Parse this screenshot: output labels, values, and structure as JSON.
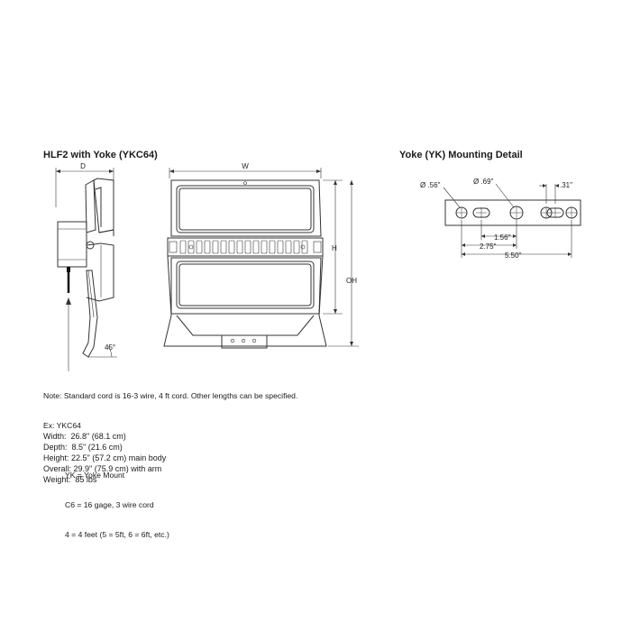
{
  "left_title": "HLF2 with Yoke (YKC64)",
  "right_title": "Yoke (YK) Mounting Detail",
  "dims_side": {
    "depth": "D",
    "angle": "45°"
  },
  "dims_front": {
    "width": "W",
    "height": "H",
    "overall_height": "OH"
  },
  "mount_dims": {
    "hole_small": "Ø .56\"",
    "hole_large": "Ø .69\"",
    "offset": ".31\"",
    "spacing_inner": "1.56\"",
    "spacing_mid": "2.75\"",
    "spacing_outer": "5.50\""
  },
  "note": {
    "line1": "Note: Standard cord is 16-3 wire, 4 ft cord. Other lengths can be specified.",
    "example": "Ex: YKC64",
    "items": [
      "YK = Yoke Mount",
      "C6 = 16 gage, 3 wire cord",
      "4 = 4 feet (5 = 5ft, 6 = 6ft, etc.)"
    ]
  },
  "specs": [
    {
      "label": "Width:",
      "value": "26.8\" (68.1 cm)"
    },
    {
      "label": "Depth:",
      "value": "8.5\" (21.6 cm)"
    },
    {
      "label": "Height:",
      "value": "22.5\" (57.2 cm) main body"
    },
    {
      "label": "Overall:",
      "value": "29.9\" (75.9 cm) with arm"
    },
    {
      "label": "Weight:",
      "value": "85 lbs"
    }
  ]
}
